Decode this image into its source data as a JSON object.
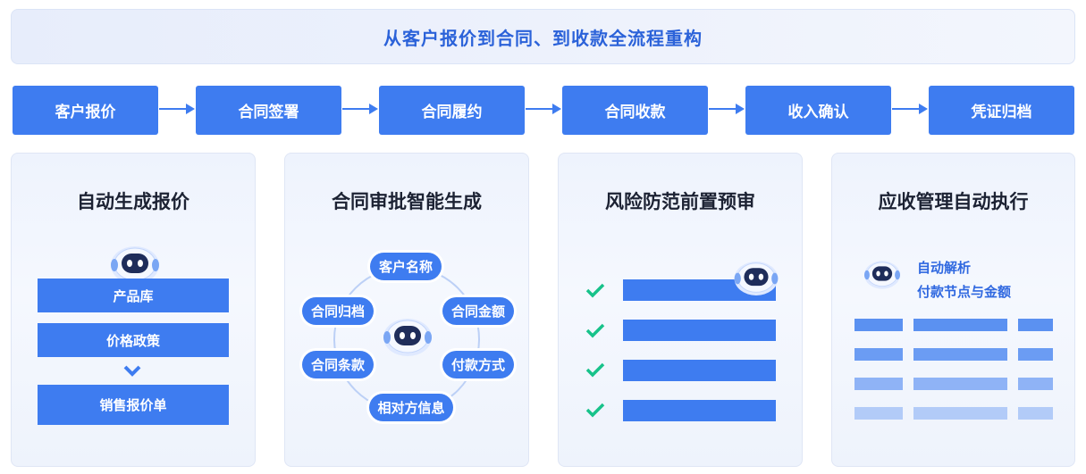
{
  "banner": {
    "title": "从客户报价到合同、到收款全流程重构"
  },
  "steps": [
    "客户报价",
    "合同签署",
    "合同履约",
    "合同收款",
    "收入确认",
    "凭证归档"
  ],
  "cards": [
    {
      "title": "自动生成报价",
      "items": [
        "产品库",
        "价格政策",
        "销售报价单"
      ]
    },
    {
      "title": "合同审批智能生成",
      "items": [
        "客户名称",
        "合同金额",
        "付款方式",
        "相对方信息",
        "合同条款",
        "合同归档"
      ]
    },
    {
      "title": "风险防范前置预审",
      "check_count": 4
    },
    {
      "title": "应收管理自动执行",
      "label_lines": [
        "自动解析",
        "付款节点与金额"
      ]
    }
  ],
  "colors": {
    "primary": "#3e7cf0",
    "title_blue": "#2b62d9",
    "check_green": "#17c28a",
    "table_row_1": "#5b91f1",
    "table_row_2": "#6b9cf3",
    "table_row_3": "#8fb3f6",
    "table_row_4": "#b2cbf8"
  },
  "icons": [
    "arrow-right-icon",
    "chevron-down-icon",
    "check-icon",
    "robot-icon"
  ]
}
